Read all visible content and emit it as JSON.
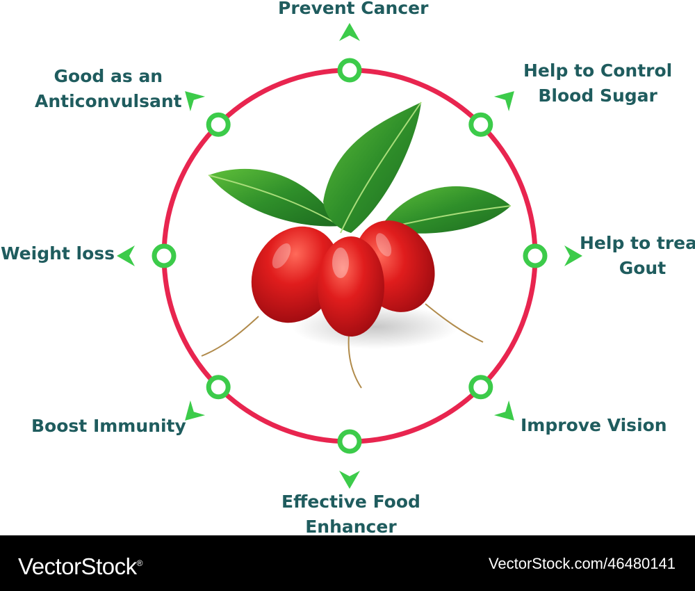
{
  "labels": {
    "top": "Prevent Cancer",
    "top_right": [
      "Help to Control",
      "Blood Sugar"
    ],
    "right": [
      "Help to treat",
      "Gout"
    ],
    "bottom_right": "Improve Vision",
    "bottom": [
      "Effective Food",
      "Enhancer"
    ],
    "bottom_left": "Boost Immunity",
    "left": "Weight loss",
    "top_left": [
      "Good as an",
      "Anticonvulsant"
    ]
  },
  "footer": {
    "brand": "VectorStock",
    "registered_mark": "®",
    "image_id": "VectorStock.com/46480141"
  },
  "colors": {
    "ring": "#e8254f",
    "node": "#3ccb4a",
    "arrow": "#3ccb4a",
    "label_text": "#1f5c5e",
    "berry": "#d81818",
    "leaf": "#2f8f2a",
    "footer_bg": "#000000"
  },
  "icons": {
    "node": "green-ring-node",
    "arrow": "outward-arrowhead",
    "illustration": "cornelian-cherry-branch"
  }
}
